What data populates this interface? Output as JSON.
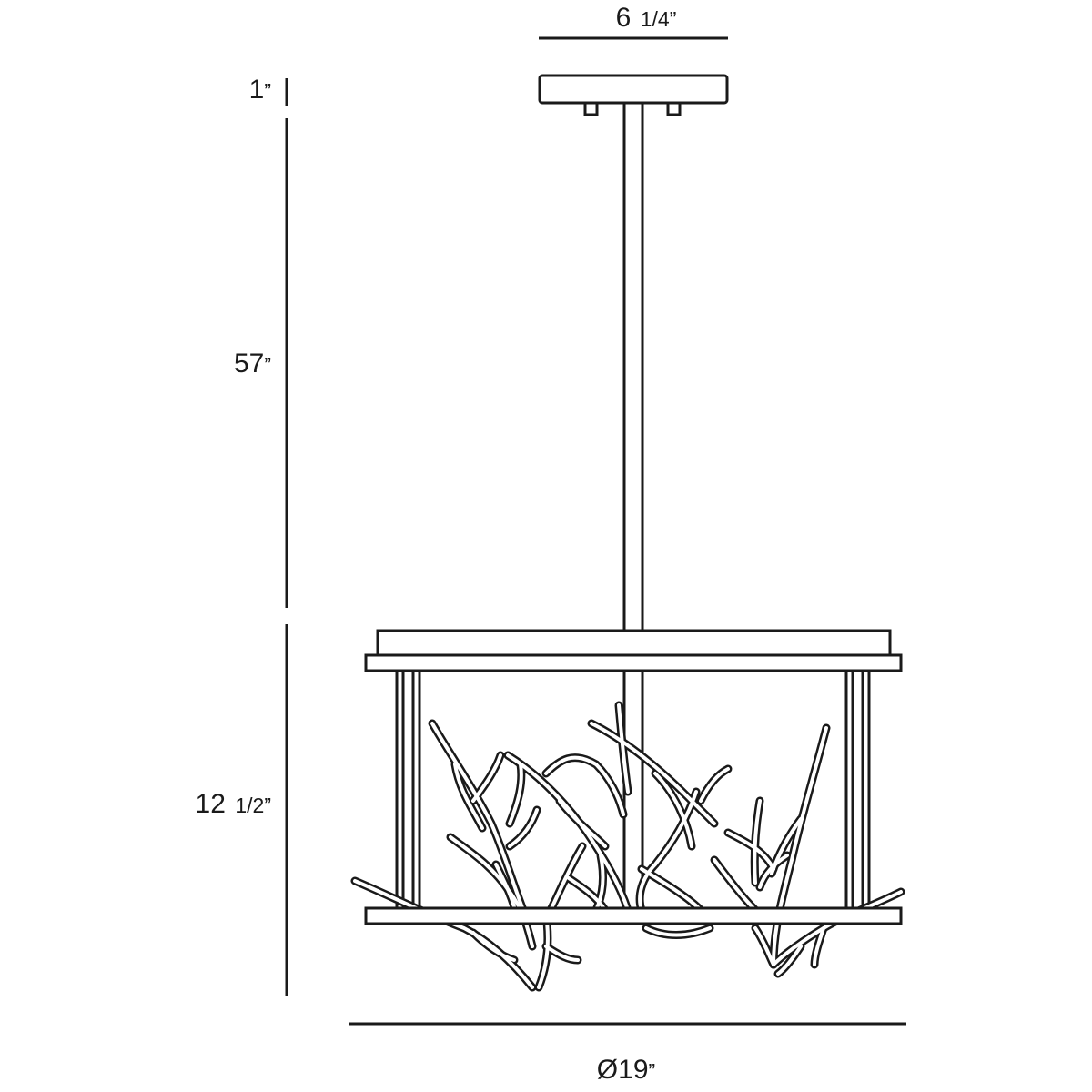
{
  "dimensions": {
    "canopy_width": {
      "whole": "6",
      "fraction": "1/4",
      "mark": "”"
    },
    "canopy_height": {
      "whole": "1",
      "mark": "”"
    },
    "rod_length": {
      "whole": "57",
      "mark": "”"
    },
    "fixture_height": {
      "whole": "12",
      "fraction": "1/2",
      "mark": "”"
    },
    "diameter": {
      "symbol": "Ø",
      "whole": "19",
      "mark": "”"
    }
  }
}
